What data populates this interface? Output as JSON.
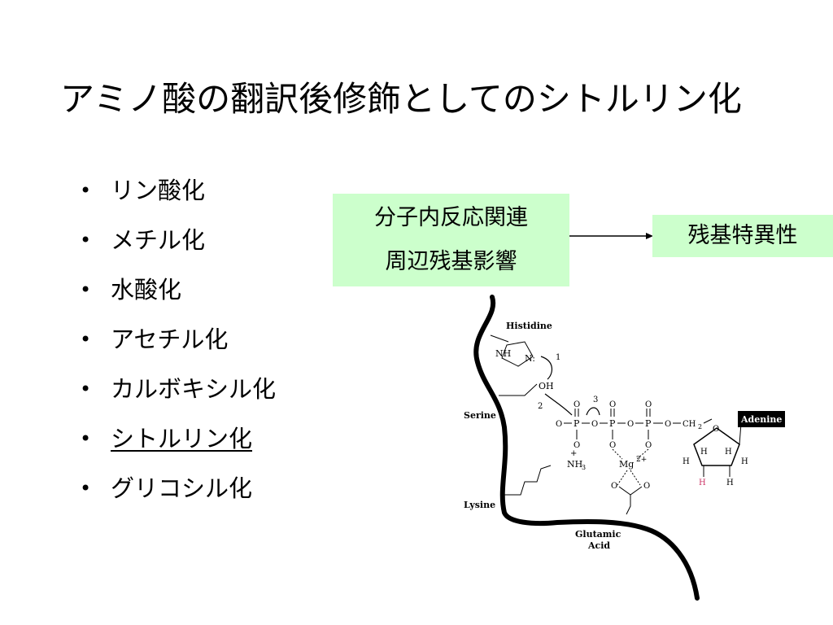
{
  "slide": {
    "title": "アミノ酸の翻訳後修飾としてのシトルリン化",
    "bullet_char": "•",
    "bullets": [
      {
        "label": "リン酸化"
      },
      {
        "label": "メチル化"
      },
      {
        "label": "水酸化"
      },
      {
        "label": "アセチル化"
      },
      {
        "label": "カルボキシル化"
      },
      {
        "label": "シトルリン化"
      },
      {
        "label": "グリコシル化"
      }
    ],
    "box_left": {
      "line1": "分子内反応関連",
      "line2": "周辺残基影響"
    },
    "box_right": {
      "label": "残基特異性"
    },
    "highlight_color": "#ccffcc"
  },
  "diagram": {
    "labels": {
      "histidine": "Histidine",
      "serine": "Serine",
      "lysine": "Lysine",
      "glutamic": "Glutamic",
      "acid": "Acid",
      "adenine": "Adenine",
      "nh": "NH",
      "n": "N:",
      "oh": "OH",
      "mg": "Mg",
      "mg_charge": "2+",
      "nh3": "NH",
      "nh3_sub": "3",
      "plus": "+",
      "ch2": "CH",
      "ch2_sub": "2",
      "step1": "1",
      "step2": "2",
      "step3": "3",
      "o": "O",
      "p": "P",
      "h": "H"
    }
  }
}
